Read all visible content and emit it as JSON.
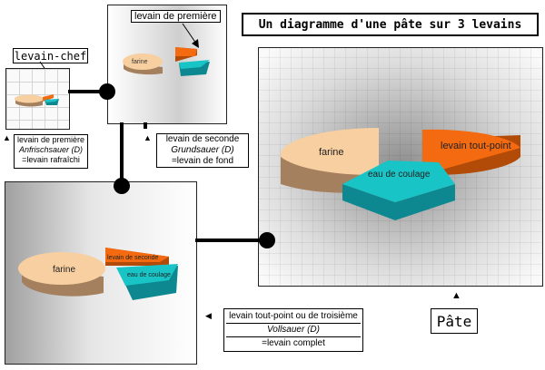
{
  "title": "Un diagramme d'une pâte sur 3 levains",
  "pate_label": "Pâte",
  "frames": {
    "chef": {
      "header": "levain-chef"
    },
    "premiere": {
      "header": "levain de première",
      "slice_label": "farine"
    },
    "seconde": {
      "slice_labels": [
        "farine",
        "levain de seconde",
        "eau de coulage"
      ]
    },
    "pate": {
      "slice_labels": [
        "farine",
        "levain tout-point",
        "eau de coulage"
      ]
    }
  },
  "labels": {
    "premiere": {
      "line1": "levain de première",
      "line2": "Anfrischsauer (D)",
      "line3": "=levain rafraîchi"
    },
    "seconde": {
      "line1": "levain de seconde",
      "line2": "Grundsauer (D)",
      "line3": "=levain de fond"
    },
    "toutpoint": {
      "line1": "levain tout-point ou de troisième",
      "line2": "Vollsauer (D)",
      "line3": "=levain complet"
    }
  },
  "colors": {
    "farine": "#f8cfa0",
    "farine_side": "#a5805e",
    "levain": "#f36a10",
    "levain_side": "#b24a08",
    "eau": "#19c4c6",
    "eau_side": "#0e8890"
  }
}
